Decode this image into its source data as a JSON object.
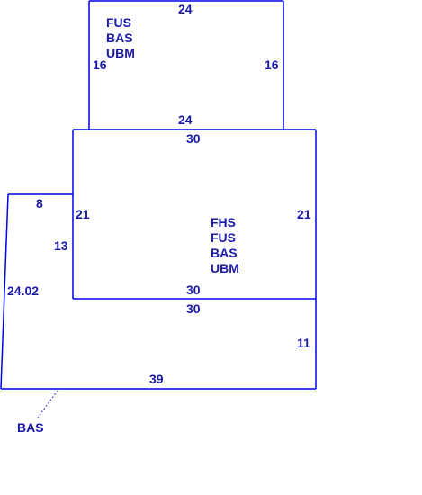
{
  "sketch": {
    "upper_area": {
      "codes": [
        "FUS",
        "BAS",
        "UBM"
      ],
      "dim_top": "24",
      "dim_bottom": "24",
      "dim_left": "16",
      "dim_right": "16"
    },
    "middle_area": {
      "codes": [
        "FHS",
        "FUS",
        "BAS",
        "UBM"
      ],
      "dim_top": "30",
      "dim_bottom": "30",
      "dim_left": "21",
      "dim_right": "21"
    },
    "lower_area": {
      "dim_top": "30",
      "dim_right": "11",
      "dim_bottom": "39",
      "dim_left_slant": "24.02",
      "dim_left_top": "8",
      "dim_left_inner": "13"
    },
    "callout": "BAS"
  }
}
